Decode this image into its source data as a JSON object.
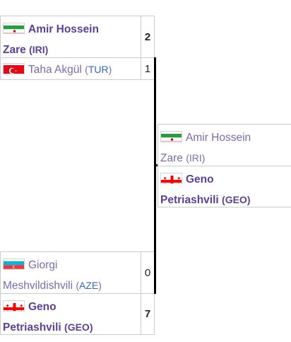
{
  "bracket": {
    "semifinal_top": {
      "winner": {
        "name_line1": "Amir Hossein",
        "name_line2": "Zare",
        "noc": "IRI",
        "score": "2",
        "flag_icon": "flag-iran-icon"
      },
      "loser": {
        "name": "Taha Akgül",
        "noc": "TUR",
        "score": "1",
        "flag_icon": "flag-turkey-icon"
      }
    },
    "semifinal_bottom": {
      "loser": {
        "name_line1": "Giorgi",
        "name_line2": "Meshvildishvili",
        "noc": "AZE",
        "score": "0",
        "flag_icon": "flag-azerbaijan-icon"
      },
      "winner": {
        "name_line1": "Geno",
        "name_line2": "Petriashvili",
        "noc": "GEO",
        "score": "7",
        "flag_icon": "flag-georgia-icon"
      }
    },
    "final": {
      "top": {
        "name_line1": "Amir Hossein",
        "name_line2": "Zare",
        "noc": "IRI",
        "flag_icon": "flag-iran-icon"
      },
      "bottom": {
        "name_line1": "Geno",
        "name_line2": "Petriashvili",
        "noc": "GEO",
        "flag_icon": "flag-georgia-icon"
      }
    }
  },
  "colors": {
    "athlete_link": "#6b4ba1",
    "noc_link": "#3366cc",
    "border": "#c8ccd1",
    "bracket_line": "#000000"
  }
}
